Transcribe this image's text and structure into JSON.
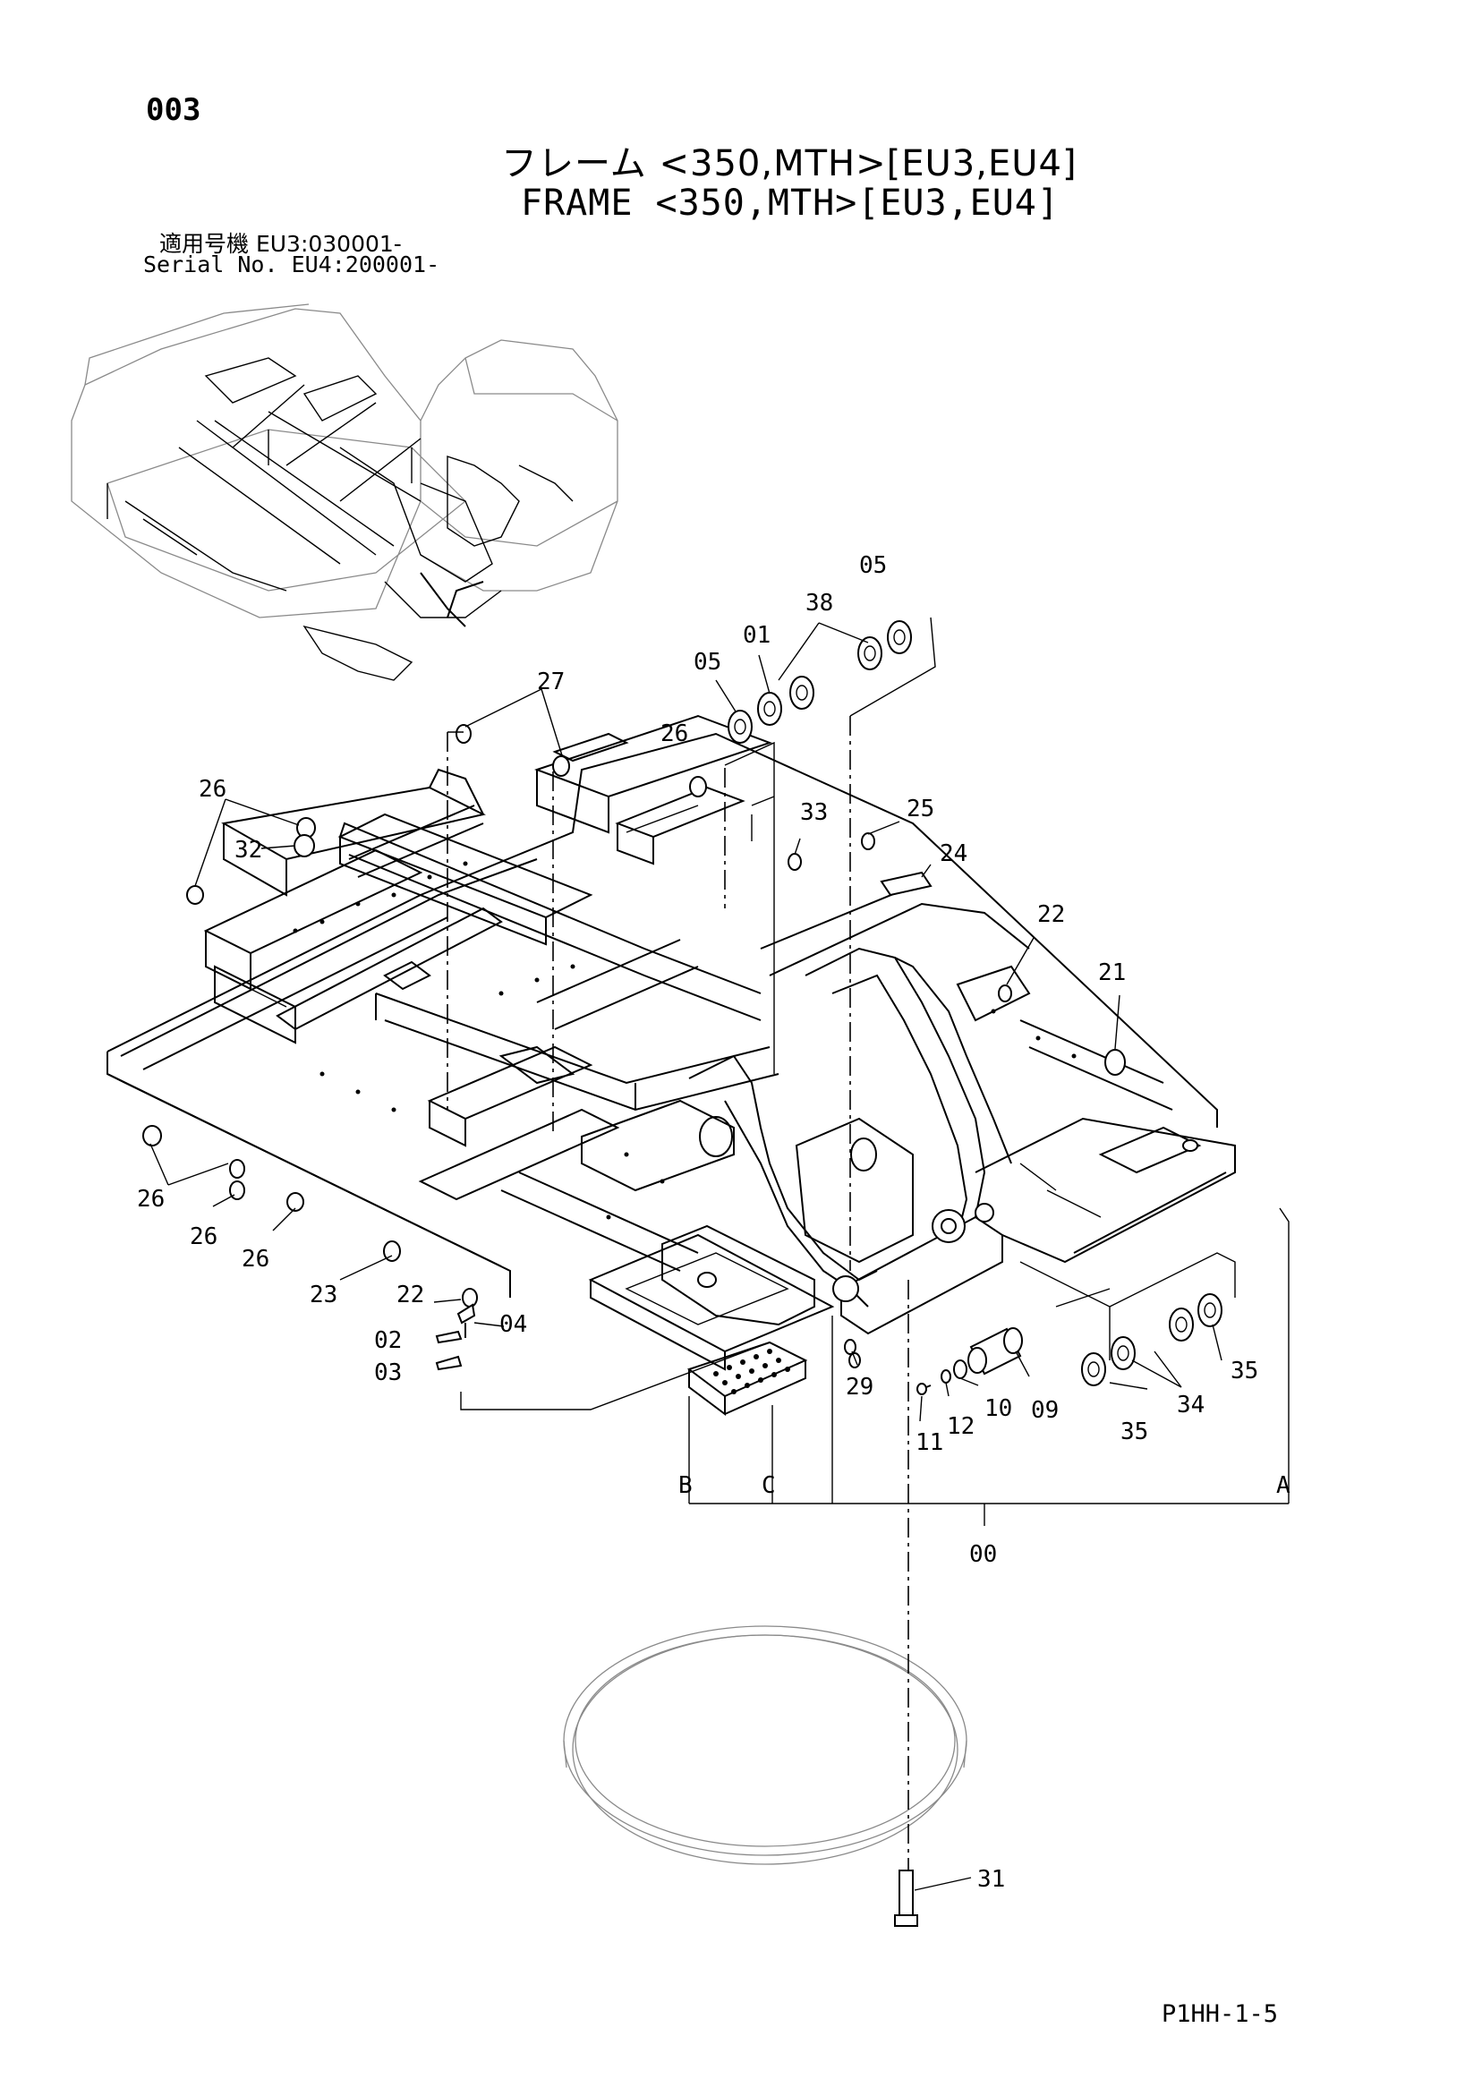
{
  "header": {
    "page_number": "003",
    "title_jp": "フレーム <350,MTH>[EU3,EU4]",
    "title_en": "FRAME <350,MTH>[EU3,EU4]",
    "serial_label_jp": "適用号機 EU3:030001-",
    "serial_label_en": "Serial No. EU4:200001-"
  },
  "footer": {
    "document_code": "P1HH-1-5"
  },
  "callouts": {
    "c27": "27",
    "c26_top": "26",
    "c05_top": "05",
    "c38": "38",
    "c01": "01",
    "c05_mid": "05",
    "c26_left": "26",
    "c32": "32",
    "c33": "33",
    "c25": "25",
    "c24": "24",
    "c22_right": "22",
    "c21": "21",
    "c26_a": "26",
    "c26_b": "26",
    "c26_c": "26",
    "c23": "23",
    "c22_low": "22",
    "c04": "04",
    "c02": "02",
    "c03": "03",
    "c29": "29",
    "c11": "11",
    "c12": "12",
    "c10": "10",
    "c09": "09",
    "c35_right": "35",
    "c34": "34",
    "c35_low": "35",
    "c31": "31",
    "c00": "00",
    "ref_a": "A",
    "ref_b": "B",
    "ref_c": "C"
  }
}
